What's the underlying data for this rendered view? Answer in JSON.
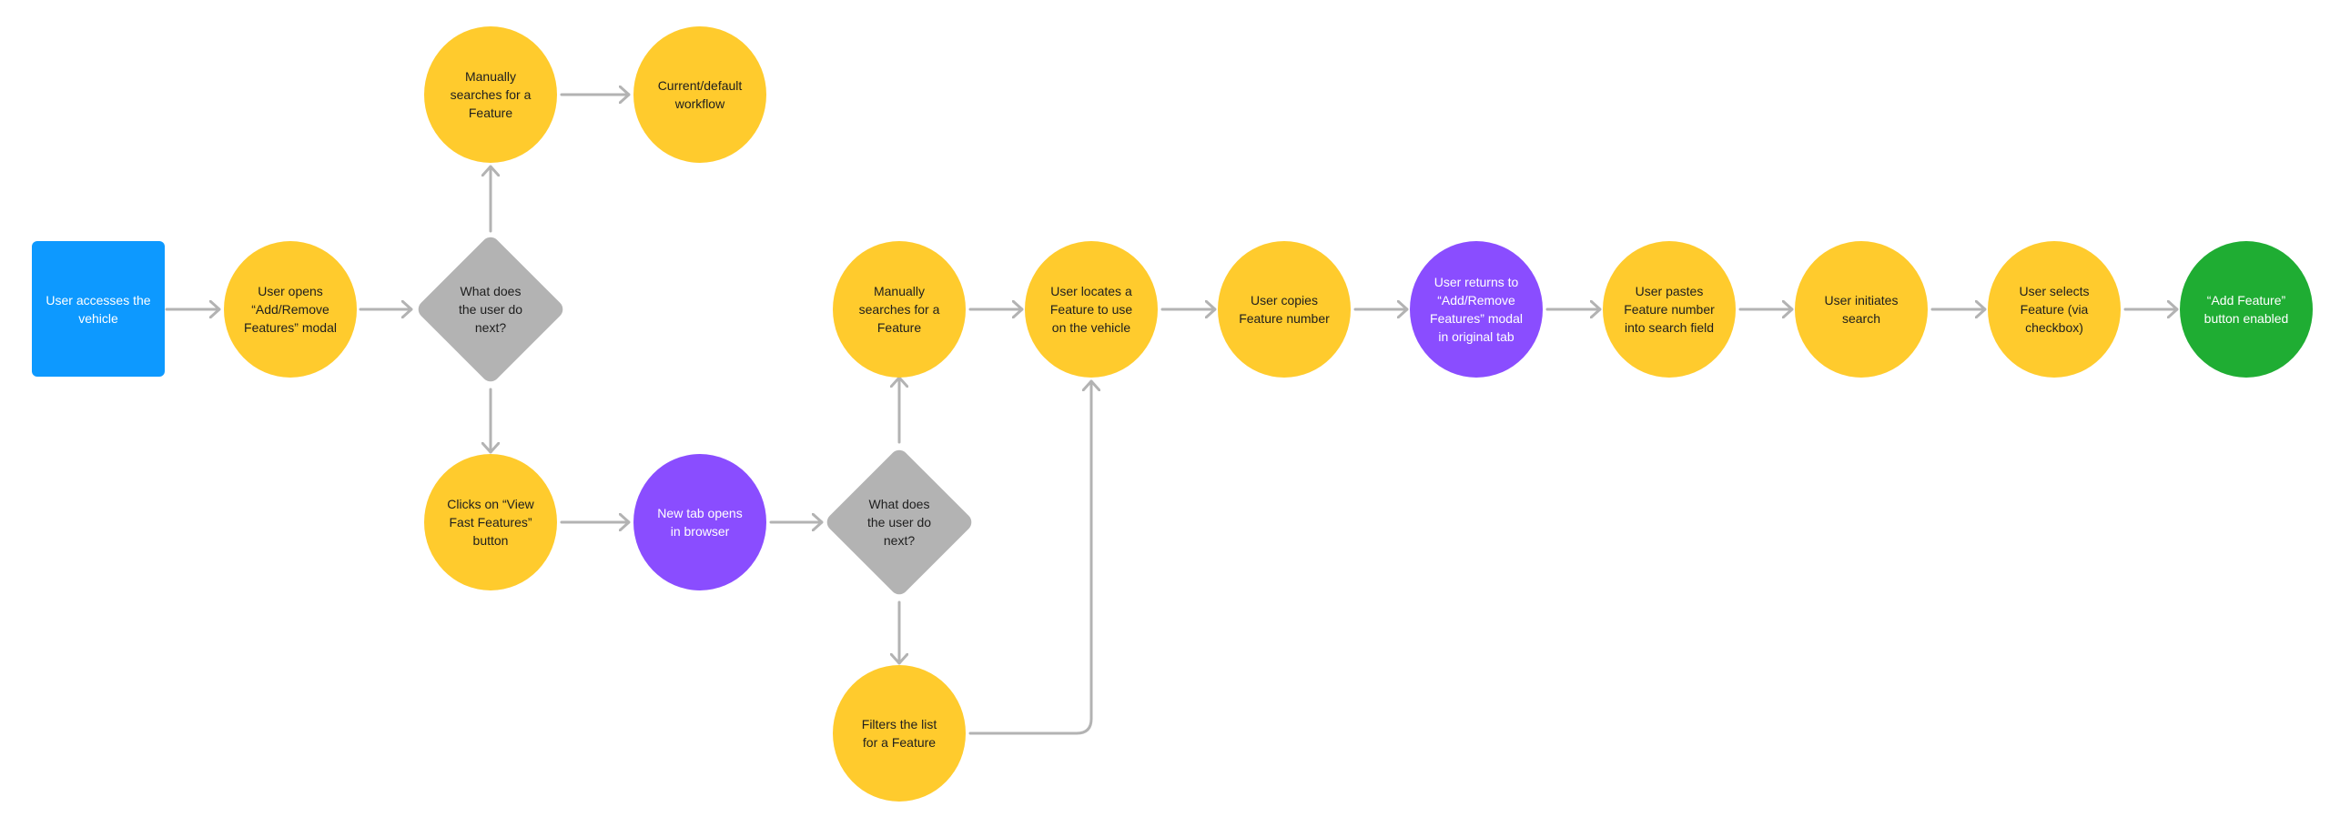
{
  "colors": {
    "decision": "#B3B3B3",
    "step": "#FFCB2D",
    "browser": "#8A4DFF",
    "start": "#0D99FF",
    "end": "#1FAD33",
    "connector": "#B3B3B3"
  },
  "nodes": {
    "user_accesses_vehicle": "User accesses the\nvehicle",
    "user_opens_modal": "User opens\n“Add/Remove\nFeatures” modal",
    "decision_1": "What does\nthe user do\nnext?",
    "manual_search_1": "Manually\nsearches for a\nFeature",
    "current_default_workflow": "Current/default\nworkflow",
    "clicks_view_fast_features": "Clicks on “View\nFast Features”\nbutton",
    "new_tab_opens": "New tab opens\nin browser",
    "decision_2": "What does\nthe user do\nnext?",
    "manual_search_2": "Manually\nsearches for a\nFeature",
    "filters_list": "Filters the list\nfor a Feature",
    "user_locates_feature": "User locates a\nFeature to use\non the vehicle",
    "user_copies_number": "User copies\nFeature number",
    "user_returns_modal": "User returns to\n“Add/Remove\nFeatures” modal\nin original tab",
    "user_pastes_number": "User pastes\nFeature number\ninto search field",
    "user_initiates_search": "User initiates\nsearch",
    "user_selects_feature": "User selects\nFeature (via\ncheckbox)",
    "add_feature_enabled": "“Add Feature”\nbutton enabled"
  }
}
